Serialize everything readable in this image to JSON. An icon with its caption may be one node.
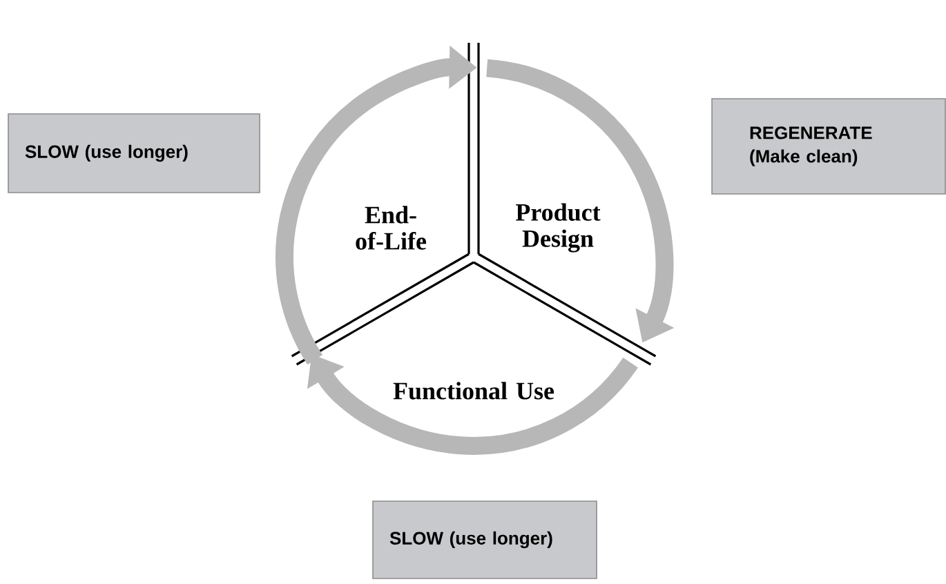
{
  "diagram": {
    "nodes": [
      {
        "text": [
          "End-of-Life"
        ]
      },
      {
        "text": [
          "Product Design"
        ]
      },
      {
        "text": [
          "Functional Use"
        ]
      },
      {
        "text": [
          "SLOW (use longer)"
        ]
      },
      {
        "text": [
          "REGENERATE (Make clean)"
        ]
      },
      {
        "text": [
          "SLOW (use longer)"
        ]
      }
    ],
    "edges": [
      {
        "from": 0,
        "to": 1,
        "arrow": "to"
      },
      {
        "from": 1,
        "to": 2,
        "arrow": "to"
      },
      {
        "from": 2,
        "to": 0,
        "arrow": "to"
      }
    ]
  }
}
